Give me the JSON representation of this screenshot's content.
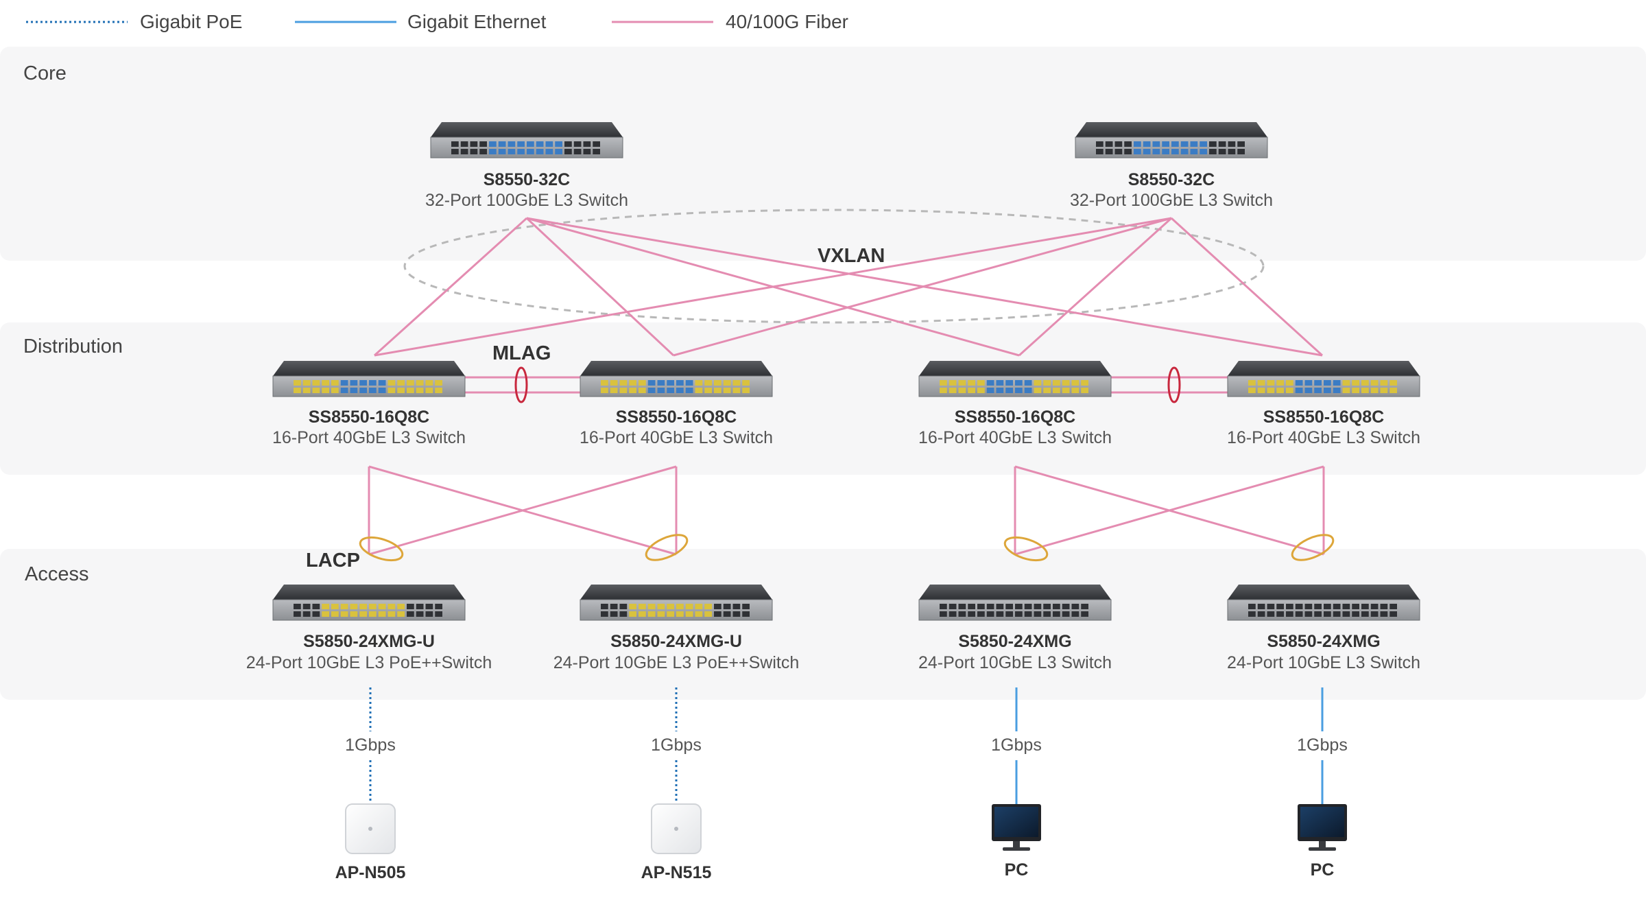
{
  "legend": [
    {
      "label": "Gigabit PoE",
      "style": "dotted",
      "color": "#1f6fb5"
    },
    {
      "label": "Gigabit Ethernet",
      "style": "solid",
      "color": "#4a9ee0"
    },
    {
      "label": "40/100G Fiber",
      "style": "solid",
      "color": "#e48cb1"
    }
  ],
  "tiers": {
    "core": "Core",
    "distribution": "Distribution",
    "access": "Access"
  },
  "annotations": {
    "vxlan": "VXLAN",
    "mlag": "MLAG",
    "lacp": "LACP"
  },
  "colors": {
    "fiber": "#e48cb1",
    "ethernet": "#4a9ee0",
    "poe": "#1f6fb5",
    "tier_band": "#f6f6f7",
    "mlag_ring": "#c8283e",
    "lacp_ring": "#dda63a",
    "vxlan_ellipse": "#b8b8b8"
  },
  "devices": {
    "core": [
      {
        "name": "S8550-32C",
        "desc": "32-Port 100GbE L3 Switch"
      },
      {
        "name": "S8550-32C",
        "desc": "32-Port 100GbE L3 Switch"
      }
    ],
    "distribution": [
      {
        "name": "SS8550-16Q8C",
        "desc": "16-Port 40GbE L3 Switch"
      },
      {
        "name": "SS8550-16Q8C",
        "desc": "16-Port 40GbE L3 Switch"
      },
      {
        "name": "SS8550-16Q8C",
        "desc": "16-Port 40GbE L3 Switch"
      },
      {
        "name": "SS8550-16Q8C",
        "desc": "16-Port 40GbE L3 Switch"
      }
    ],
    "access": [
      {
        "name": "S5850-24XMG-U",
        "desc": "24-Port 10GbE L3 PoE++Switch"
      },
      {
        "name": "S5850-24XMG-U",
        "desc": "24-Port 10GbE L3 PoE++Switch"
      },
      {
        "name": "S5850-24XMG",
        "desc": "24-Port 10GbE L3 Switch"
      },
      {
        "name": "S5850-24XMG",
        "desc": "24-Port 10GbE L3 Switch"
      }
    ],
    "endpoints": [
      {
        "name": "AP-N505",
        "type": "access-point",
        "speed": "1Gbps",
        "link": "poe"
      },
      {
        "name": "AP-N515",
        "type": "access-point",
        "speed": "1Gbps",
        "link": "poe"
      },
      {
        "name": "PC",
        "type": "pc",
        "speed": "1Gbps",
        "link": "ethernet"
      },
      {
        "name": "PC",
        "type": "pc",
        "speed": "1Gbps",
        "link": "ethernet"
      }
    ]
  }
}
